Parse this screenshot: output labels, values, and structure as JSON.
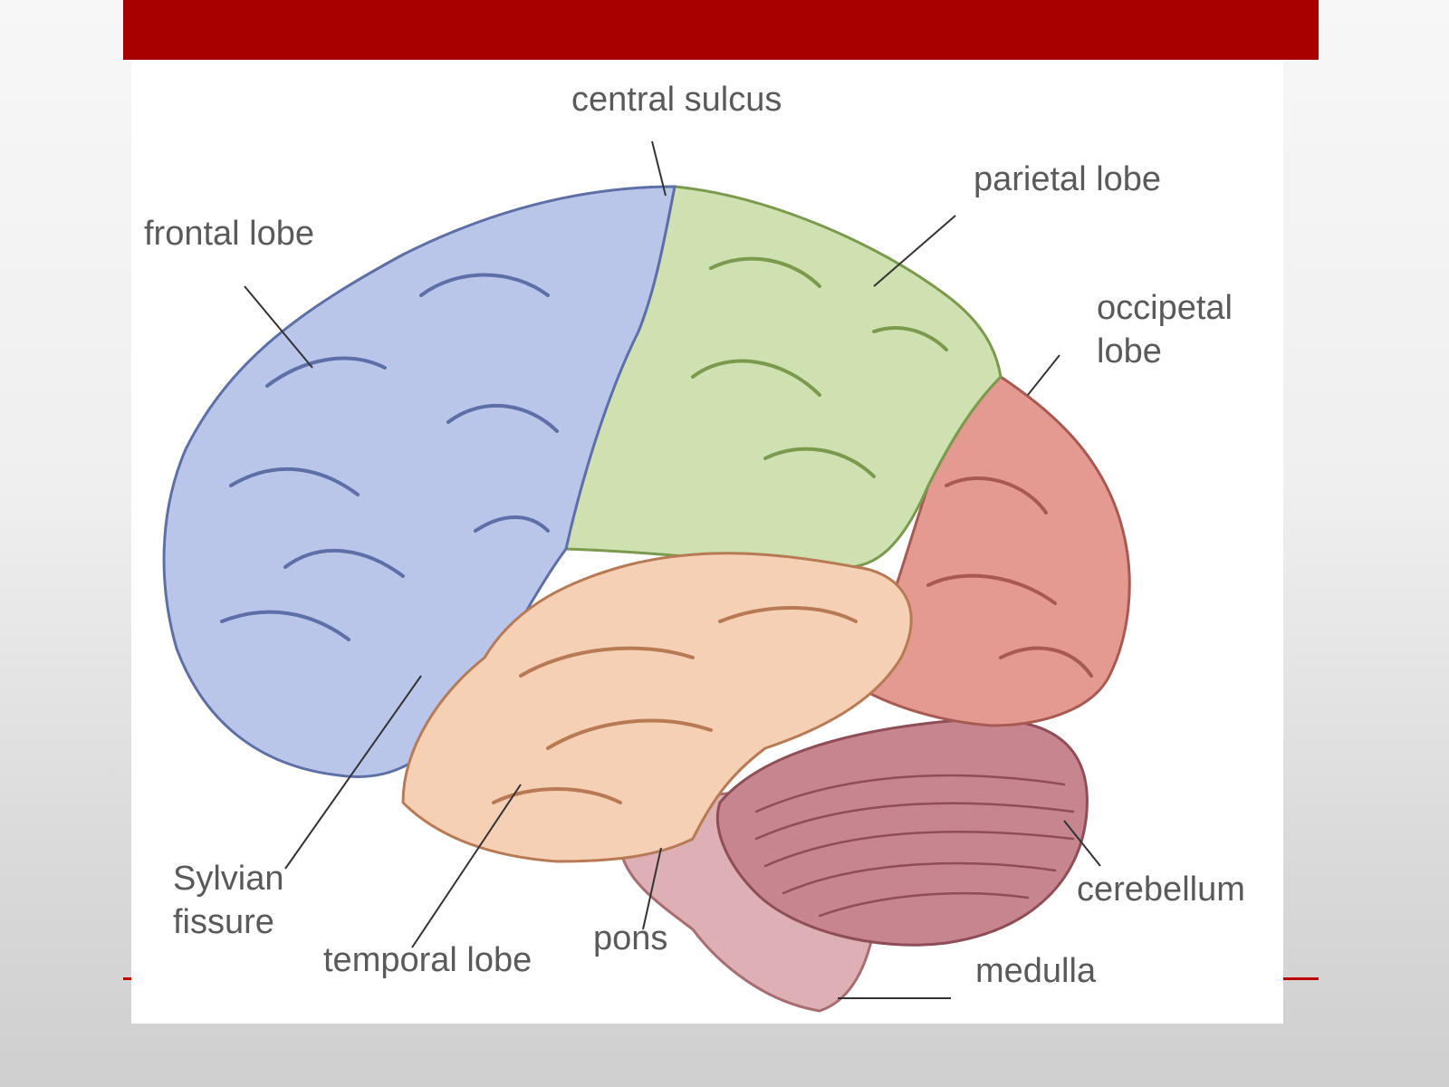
{
  "slide": {
    "accent_color": "#a80000"
  },
  "diagram": {
    "labels": {
      "central_sulcus": "central sulcus",
      "parietal_lobe": "parietal lobe",
      "frontal_lobe": "frontal lobe",
      "occipetal_lobe_line1": "occipetal",
      "occipetal_lobe_line2": "lobe",
      "sylvian_fissure_line1": "Sylvian",
      "sylvian_fissure_line2": "fissure",
      "temporal_lobe": "temporal lobe",
      "pons": "pons",
      "cerebellum": "cerebellum",
      "medulla": "medulla"
    },
    "region_colors": {
      "frontal": "#b9c6ea",
      "parietal": "#cfe1b0",
      "occipital": "#e49a90",
      "temporal": "#f6d0b4",
      "cerebellum": "#c7858f",
      "brainstem": "#dcb0b4"
    }
  }
}
